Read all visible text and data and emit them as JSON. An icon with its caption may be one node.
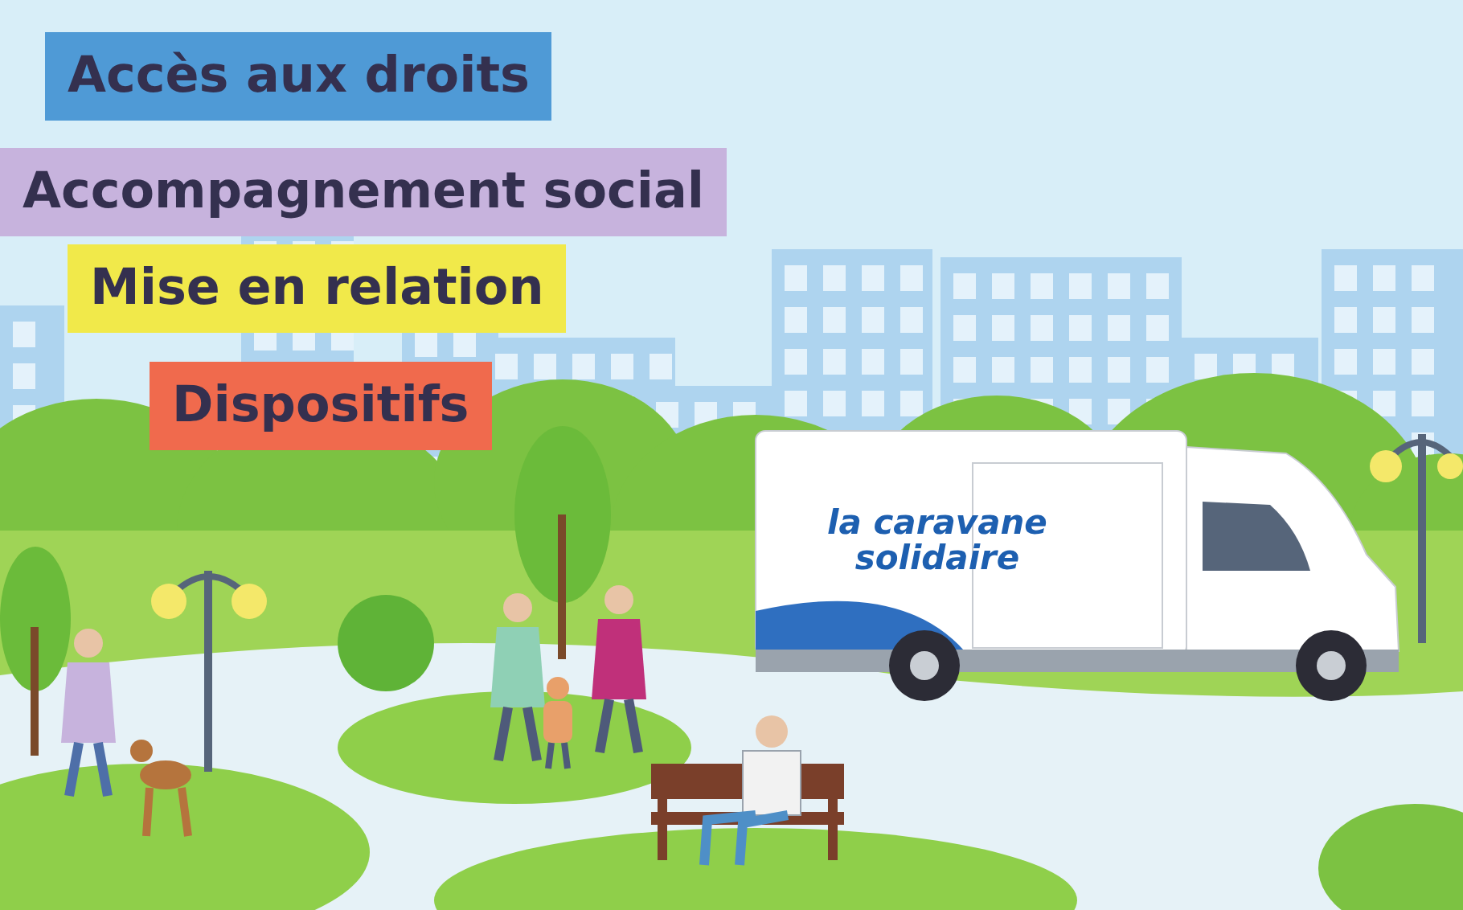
{
  "diagram": {
    "labels": [
      "Accès aux droits",
      "Accompagnement social",
      "Mise en relation",
      "Dispositifs",
      "la caravane solidaire"
    ]
  }
}
